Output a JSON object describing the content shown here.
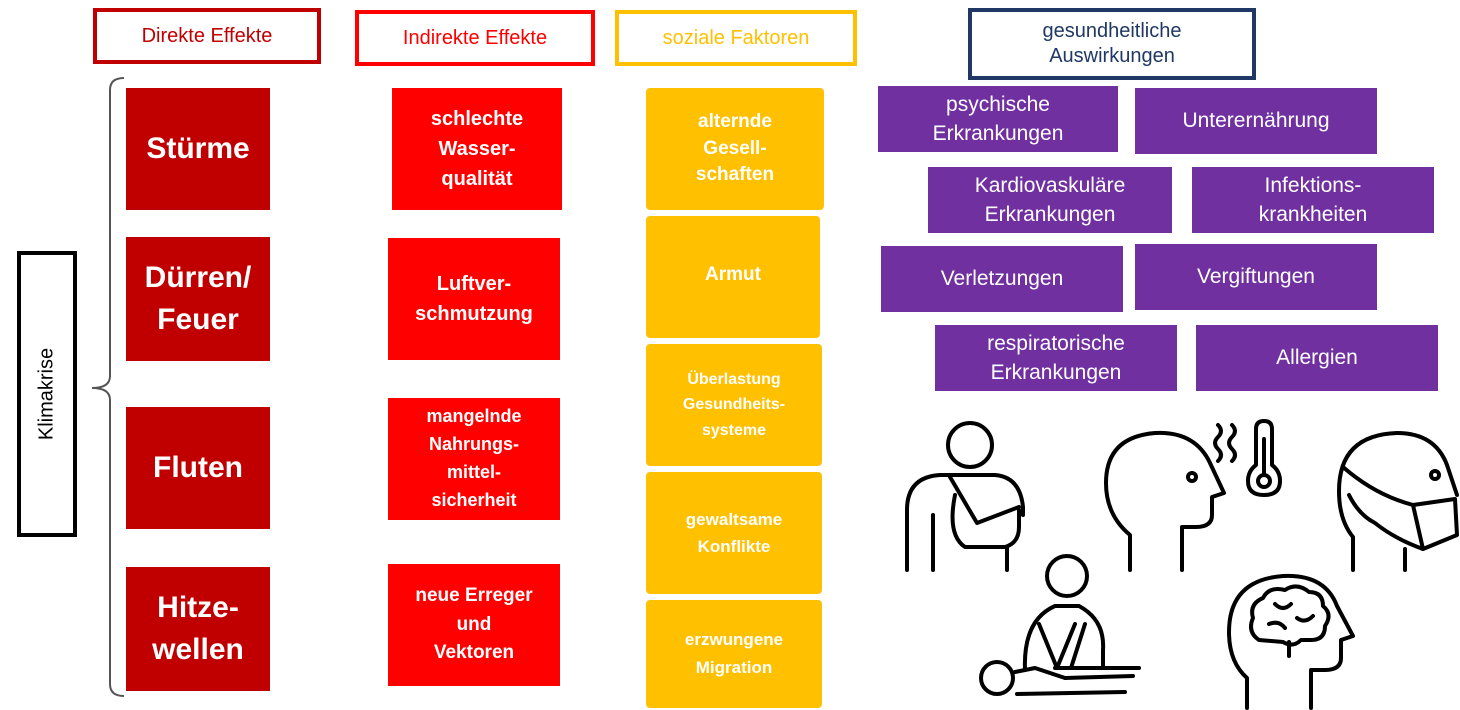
{
  "headers": {
    "direct": "Direkte Effekte",
    "indirect": "Indirekte Effekte",
    "social": "soziale Faktoren",
    "health": "gesundheitliche\nAuswirkungen"
  },
  "side_label": "Klimakrise",
  "direct_effects": [
    "Stürme",
    "Dürren/\nFeuer",
    "Fluten",
    "Hitze-\nwellen"
  ],
  "indirect_effects": [
    "schlechte\nWasser-\nqualität",
    "Luftver-\nschmutzung",
    "mangelnde\nNahrungs-\nmittel-\nsicherheit",
    "neue Erreger\nund\nVektoren"
  ],
  "social_factors": [
    "alternde\nGesell-\nschaften",
    "Armut",
    "Überlastung\nGesundheits-\nsysteme",
    "gewaltsame\nKonflikte",
    "erzwungene\nMigration"
  ],
  "health_impacts": [
    "psychische\nErkrankungen",
    "Unterernährung",
    "Kardiovaskuläre\nErkrankungen",
    "Infektions-\nkrankheiten",
    "Verletzungen",
    "Vergiftungen",
    "respiratorische\nErkrankungen",
    "Allergien"
  ],
  "colors": {
    "direct": "#c00000",
    "indirect": "#ff0000",
    "social": "#ffc000",
    "health": "#7030a0",
    "health_header_border": "#1f3864"
  },
  "icons": [
    "injured-arm-sling-icon",
    "fever-head-thermometer-icon",
    "masked-head-icon",
    "cpr-resuscitation-icon",
    "brain-head-icon"
  ]
}
